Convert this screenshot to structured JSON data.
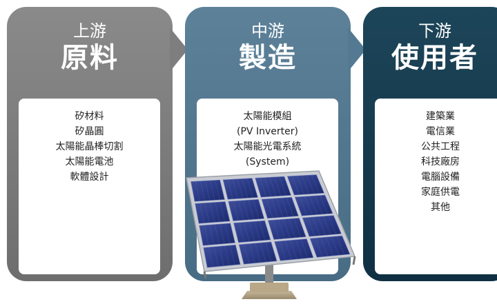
{
  "stages": [
    {
      "subtitle": "上游",
      "title": "原料",
      "color": "#7a7a7a",
      "items": [
        "矽材料",
        "矽晶圓",
        "太陽能晶棒切割",
        "太陽能電池",
        "軟體設計"
      ]
    },
    {
      "subtitle": "中游",
      "title": "製造",
      "color": "#527791",
      "items": [
        "太陽能模組",
        "(PV Inverter)",
        "太陽能光電系統",
        "(System)"
      ]
    },
    {
      "subtitle": "下游",
      "title": "使用者",
      "color": "#173d50",
      "items": [
        "建築業",
        "電信業",
        "公共工程",
        "科技廠房",
        "電腦設備",
        "家庭供電",
        "其他"
      ]
    }
  ],
  "image": {
    "subject": "solar-panel-array-icon"
  }
}
